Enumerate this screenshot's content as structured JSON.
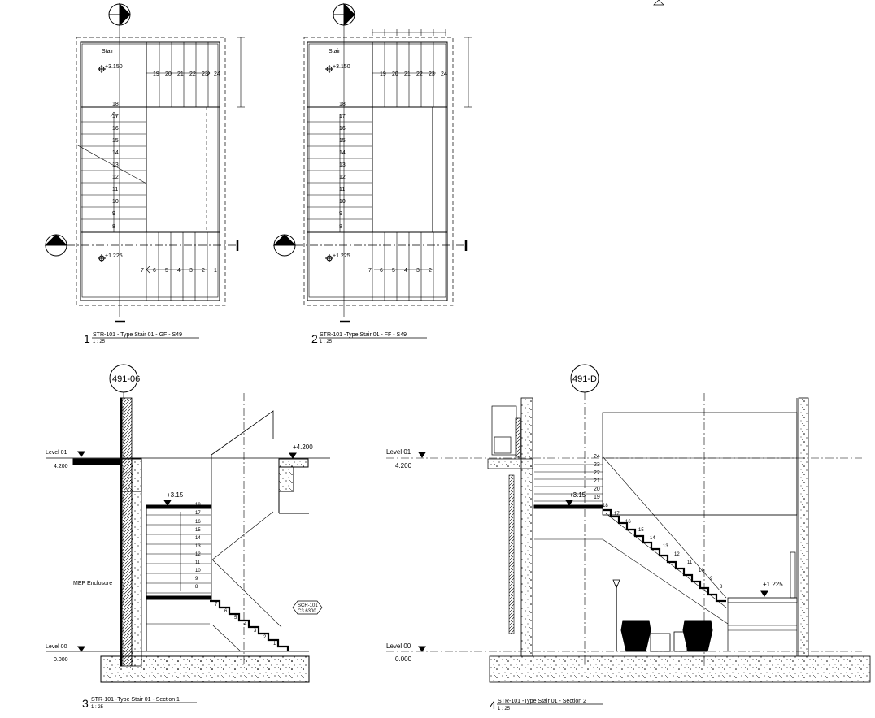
{
  "views": [
    {
      "number": "1",
      "title": "STR-101 - Type Stair 01 - GF - S49",
      "scale": "1 : 25",
      "stair_label": "Stair",
      "spot_upper": "+3.150",
      "spot_lower": "+1.225",
      "upper_flight_numbers": [
        "19",
        "20",
        "21",
        "22",
        "23",
        "24"
      ],
      "main_flight_numbers": [
        "18",
        "17",
        "16",
        "15",
        "14",
        "13",
        "12",
        "11",
        "10",
        "9",
        "8"
      ],
      "lower_flight_numbers": [
        "7",
        "6",
        "5",
        "4",
        "3",
        "2",
        "1"
      ]
    },
    {
      "number": "2",
      "title": "STR-101 -Type Stair 01 - FF - S49",
      "scale": "1 : 25",
      "stair_label": "Stair",
      "spot_upper": "+3.150",
      "spot_lower": "+1.225",
      "upper_flight_numbers": [
        "19",
        "20",
        "21",
        "22",
        "23",
        "24"
      ],
      "main_flight_numbers": [
        "18",
        "17",
        "16",
        "15",
        "14",
        "13",
        "12",
        "11",
        "10",
        "9",
        "8"
      ],
      "lower_flight_numbers": [
        "7",
        "6",
        "5",
        "4",
        "3",
        "2"
      ]
    },
    {
      "number": "3",
      "title": "STR-101 -Type Stair 01 - Section 1",
      "scale": "1 : 25",
      "grid_bubble": "491-06",
      "level_upper_name": "Level 01",
      "level_upper_value": "4.200",
      "level_lower_name": "Level 00",
      "level_lower_value": "0.000",
      "spot_landing": "+3.15",
      "spot_top": "+4.200",
      "room_label": "MEP Enclosure",
      "callout_line1": "SCR-101",
      "callout_line2": "C3 6300",
      "flight_numbers": [
        "18",
        "17",
        "16",
        "15",
        "14",
        "13",
        "12",
        "11",
        "10",
        "9",
        "8"
      ],
      "lower_step_numbers": [
        "7",
        "6",
        "5",
        "4",
        "3",
        "2",
        "1"
      ]
    },
    {
      "number": "4",
      "title": "STR-101 -Type Stair 01 - Section 2",
      "scale": "1 : 25",
      "grid_bubble": "491-D",
      "level_upper_name": "Level 01",
      "level_upper_value": "4.200",
      "level_lower_name": "Level 00",
      "level_lower_value": "0.000",
      "spot_landing": "+3.15",
      "spot_lower": "+1.225",
      "upper_numbers": [
        "24",
        "23",
        "22",
        "21",
        "20",
        "19"
      ],
      "diag_numbers": [
        "18",
        "17",
        "16",
        "15",
        "14",
        "13",
        "12",
        "11",
        "10",
        "9",
        "8"
      ]
    }
  ]
}
